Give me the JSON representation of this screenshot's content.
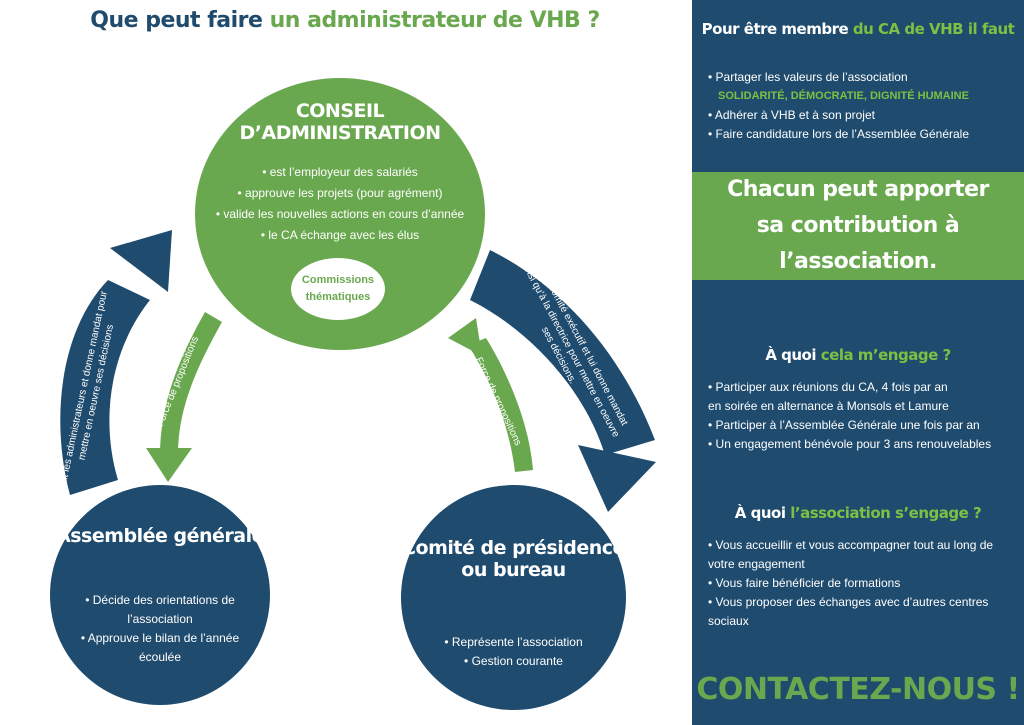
{
  "title": {
    "part1": "Que peut faire",
    "part2": "un administrateur de VHB ?"
  },
  "ca": {
    "title": "CONSEIL D’ADMINISTRATION",
    "bullets": [
      "• est l’employeur des salariés",
      "• approuve les projets (pour agrément)",
      "• valide les nouvelles actions en cours d’année",
      "• le CA échange avec les élus"
    ],
    "commissions": "Commissions thématiques"
  },
  "ag": {
    "title": "Assemblée générale",
    "bullets": [
      "• Décide des orientations de l’association",
      "• Approuve le bilan de l’année écoulée"
    ]
  },
  "cp": {
    "title": "Comité de présidence ou bureau",
    "bullets": [
      "• Représente l’association",
      "• Gestion courante"
    ]
  },
  "arrows": {
    "left_text": "Élit les administrateurs et donne mandat pour mettre en oeuvre ses décisions",
    "right_text": "Élit le comité exécutif et lui donne mandat ainsi qu’à la directrice pour mettre en oeuvre ses décisions.",
    "force_left": "Force de propositions",
    "force_right": "Force de propositions"
  },
  "panel": {
    "membre": {
      "heading1": "Pour être membre",
      "heading2": "du CA de VHB il faut",
      "items": [
        "Partager les valeurs de l’association",
        "SOLIDARITÉ, DÉMOCRATIE, DIGNITÉ HUMAINE",
        "Adhérer à VHB et à son projet",
        "Faire candidature lors de l’Assemblée Générale"
      ]
    },
    "band": {
      "line1": "Chacun peut apporter",
      "line2": "sa contribution à l’association."
    },
    "engage": {
      "heading1": "À quoi",
      "heading2": "cela m’engage ?",
      "items": [
        "Participer aux réunions du CA, 4 fois par an",
        "en soirée  en alternance à Monsols et Lamure",
        "Participer à l’Assemblée Générale une fois par an",
        "Un engagement bénévole pour 3 ans renouvelables"
      ]
    },
    "asso": {
      "heading1": "À quoi",
      "heading2": "l’association s’engage ?",
      "items": [
        "Vous accueillir et vous accompagner tout au long de votre engagement",
        "Vous faire bénéficier de formations",
        "Vous proposer des échanges avec d’autres centres sociaux"
      ]
    },
    "contact": "CONTACTEZ-NOUS !"
  },
  "colors": {
    "navy": "#1f4b6e",
    "green": "#6aa84f",
    "light_green": "#7cc044"
  }
}
